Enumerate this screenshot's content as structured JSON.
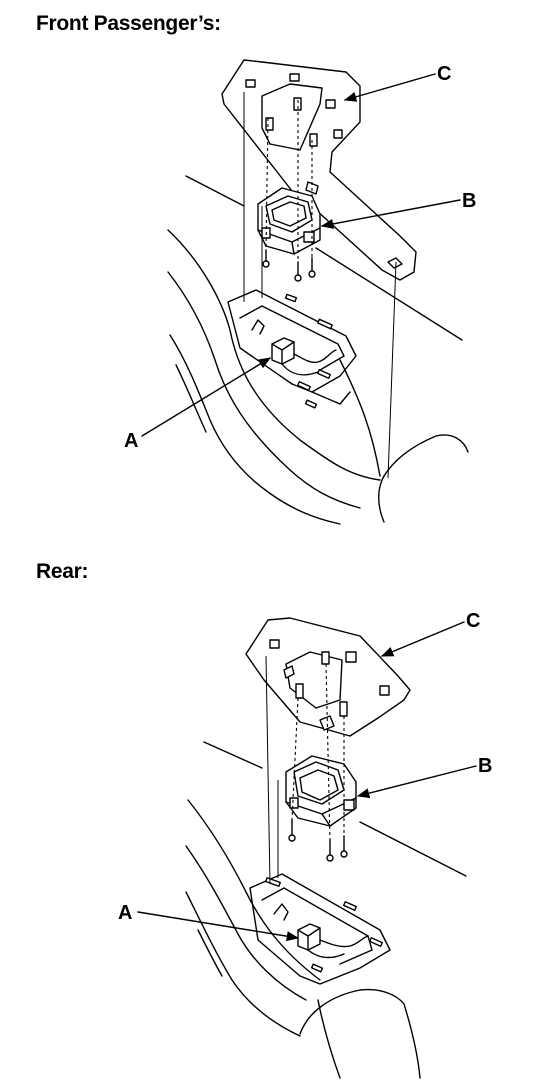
{
  "sections": {
    "front": {
      "title": "Front Passenger’s:",
      "labels": {
        "a": "A",
        "b": "B",
        "c": "C"
      }
    },
    "rear": {
      "title": "Rear:",
      "labels": {
        "a": "A",
        "b": "B",
        "c": "C"
      }
    }
  }
}
